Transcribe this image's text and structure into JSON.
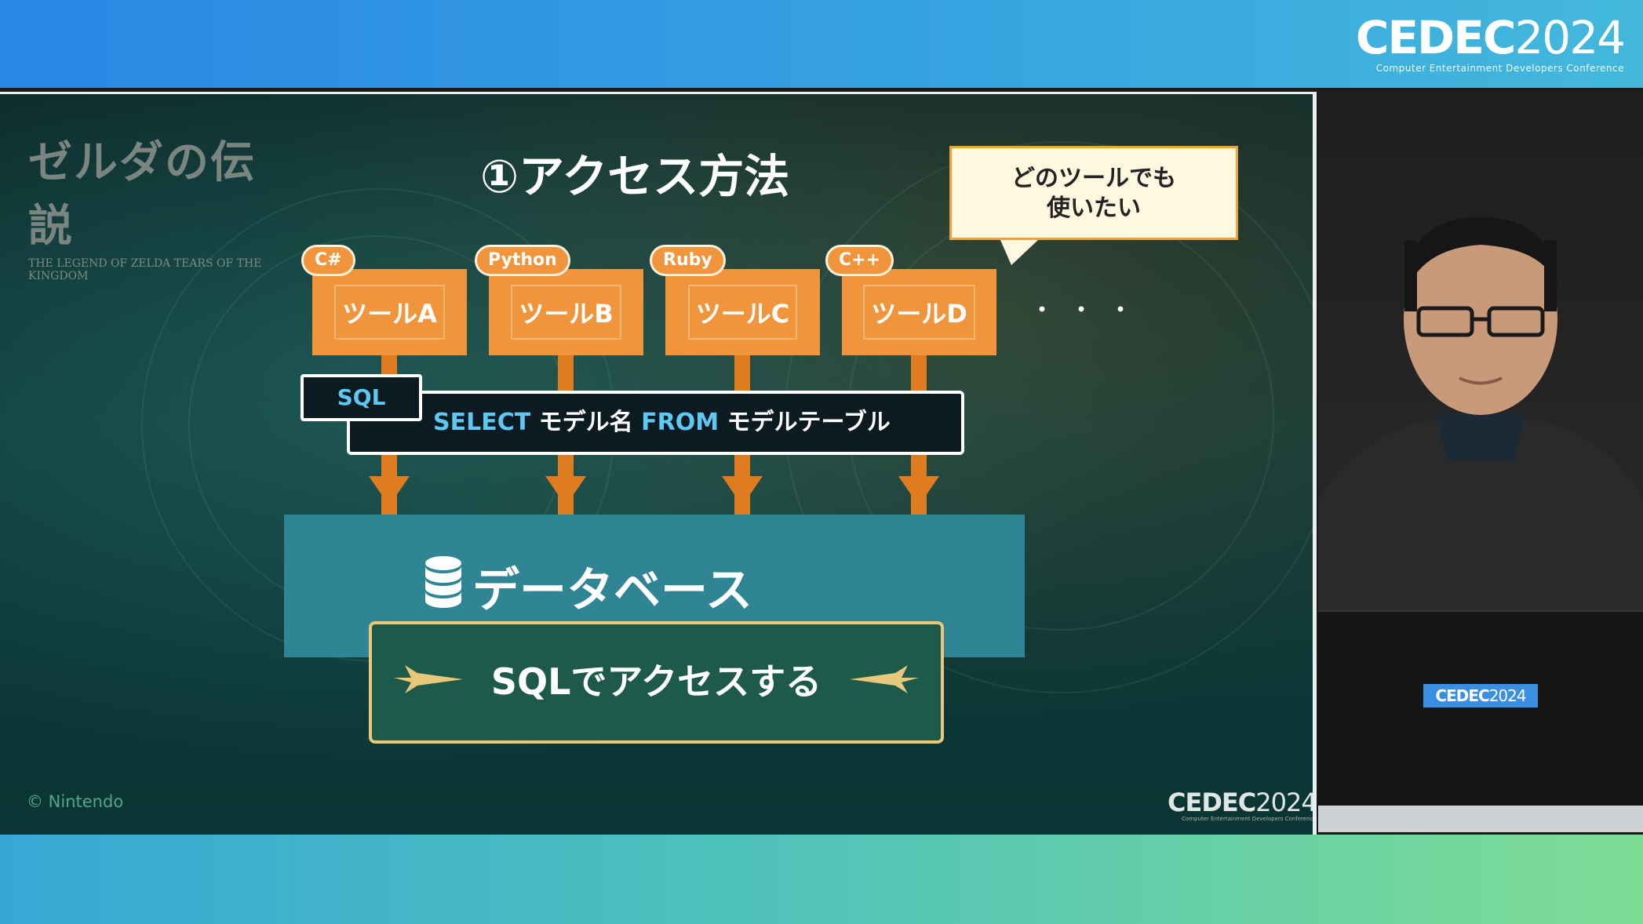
{
  "frame": {
    "logo_main": "CEDEC",
    "logo_year": "2024",
    "logo_sub": "Computer Entertainment Developers Conference"
  },
  "slide": {
    "game_logo_jp": "ゼルダの伝説",
    "game_logo_en": "THE LEGEND OF ZELDA TEARS OF THE KINGDOM",
    "title": "①アクセス方法",
    "speech_bubble_line1": "どのツールでも",
    "speech_bubble_line2": "使いたい",
    "tools": [
      {
        "lang": "C#",
        "label": "ツールA"
      },
      {
        "lang": "Python",
        "label": "ツールB"
      },
      {
        "lang": "Ruby",
        "label": "ツールC"
      },
      {
        "lang": "C++",
        "label": "ツールD"
      }
    ],
    "more_dots": "・・・",
    "sql_tag": "SQL",
    "query": {
      "kw_select": "SELECT",
      "part1": " モデル名 ",
      "kw_from": "FROM",
      "part2": " モデルテーブル"
    },
    "database_label": "データベース",
    "banner": "SQLでアクセスする",
    "copyright": "© Nintendo",
    "corner_logo_main": "CEDEC",
    "corner_logo_year": "2024",
    "corner_logo_sub": "Computer Entertainment Developers Conference"
  },
  "camera": {
    "sticker_main": "CEDEC",
    "sticker_year": "2024"
  },
  "colors": {
    "tool_orange": "#f0953c",
    "sql_keyword": "#5ec8f2",
    "database_teal": "#2f8594",
    "banner_green": "#1e5a4a"
  }
}
